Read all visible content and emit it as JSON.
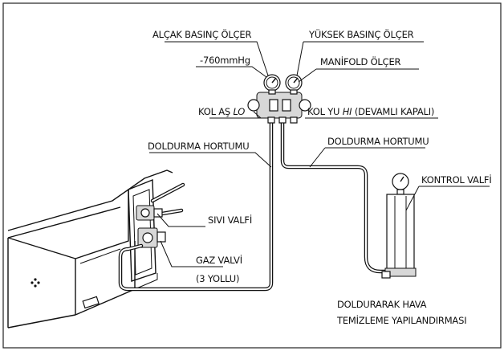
{
  "labels": {
    "low_gauge": "ALÇAK BASINÇ ÖLÇER",
    "high_gauge": "YÜKSEK BASINÇ ÖLÇER",
    "vacuum": "-760mmHg",
    "manifold_gauge": "MANİFOLD ÖLÇER",
    "low_handle_prefix": "KOL AŞ ",
    "low_handle_italic": "LO",
    "high_handle_prefix": "KOL YU ",
    "high_handle_italic": "HI",
    "high_handle_suffix": " (DEVAMLI KAPALI)",
    "charge_hose_left": "DOLDURMA HORTUMU",
    "charge_hose_right": "DOLDURMA HORTUMU",
    "check_valve": "KONTROL VALFİ",
    "liquid_valve": "SIVI VALFİ",
    "gas_valve_1": "GAZ VALVİ",
    "gas_valve_2": "(3 YOLLU)",
    "caption_1": "DOLDURARAK HAVA",
    "caption_2": "TEMİZLEME YAPILANDIRMASI"
  }
}
